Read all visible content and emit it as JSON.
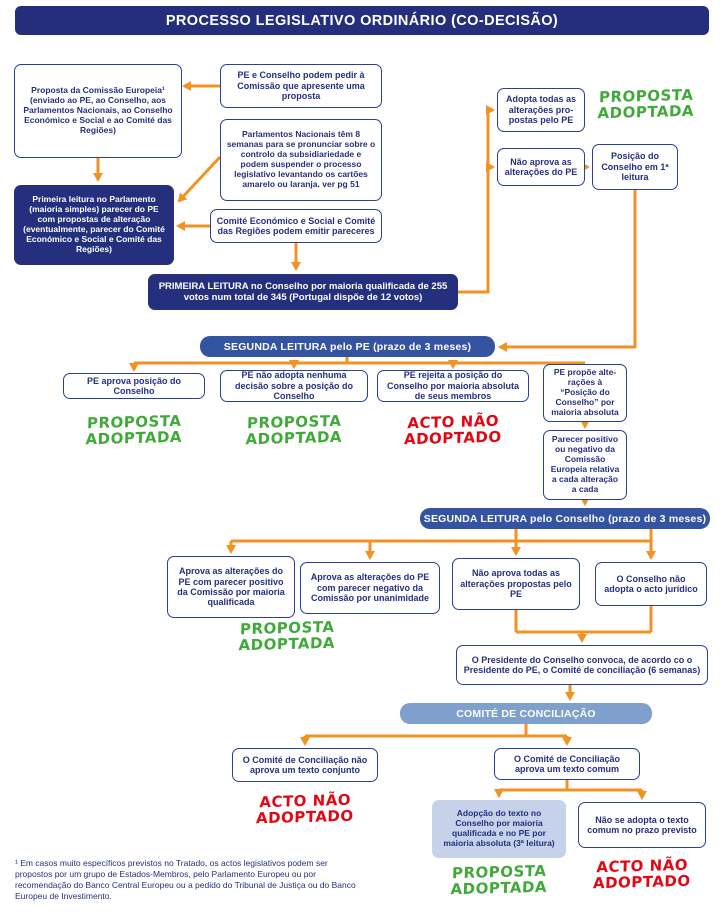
{
  "title": "PROCESSO LEGISLATIVO ORDINÁRIO  (CO-DECISÃO)",
  "stamps": {
    "adopted": "PROPOSTA\nADOPTADA",
    "not_adopted": "ACTO NÃO\nADOPTADO"
  },
  "stage1": {
    "commission_proposal": "Proposta da Comissão Europeia¹ (enviado ao PE, ao Conselho, aos Parlamentos Nacionais, ao Conselho Económico e Social e ao Comité das Regiões)",
    "pe_council_request": "PE e Conselho podem pedir à Comissão que apresente uma proposta",
    "national_parliaments": "Parlamentos Nacionais têm 8 semanas para se pronunciar sobre o controlo da subsidiariedade e podem suspender o processo legislativo levantando os cartões amarelo ou laranja. ver pg 51",
    "committees_opinion": "Comité Económico e Social e Comité das Regiões podem emitir pareceres",
    "first_reading_pe": "Primeira leitura no Parlamento (maioria simples) parecer do PE com propostas de alteração (eventualmente, parecer do Comité Económico e Social e Comité das Regiões)",
    "council_adopts_all": "Adopta todas as alterações pro-postas pelo PE",
    "council_rejects": "Não aprova as alterações do PE",
    "council_position": "Posição do Conselho em 1ª leitura",
    "first_reading_council": "PRIMEIRA LEITURA no Conselho por maioria qualificada de 255 votos num total de 345 (Portugal dispõe de 12 votos)"
  },
  "stage2_pe": {
    "header": "SEGUNDA LEITURA pelo PE (prazo de 3 meses)",
    "approves": "PE aprova posição do Conselho",
    "no_decision": "PE não adopta nenhuma decisão sobre a posição do Conselho",
    "rejects": "PE rejeita a posição do Conselho por maioria absoluta de seus membros",
    "amendments": "PE propõe alte-rações à “Posição do Conselho” por maioria absoluta",
    "commission_opinion": "Parecer positivo ou negativo da Comissão Europeia relativa a cada alteração a cada"
  },
  "stage2_council": {
    "header": "SEGUNDA LEITURA pelo Conselho (prazo de 3 meses)",
    "approves_positive": "Aprova as alterações do PE com parecer positivo da Comissão por maioria qualificada",
    "approves_negative": "Aprova as alterações do PE com parecer negativo da Comissão por unanimidade",
    "rejects_some": "Não aprova todas as alterações propostas pelo PE",
    "not_adopt": "O Conselho não adopta o acto jurídico",
    "president_convenes": "O Presidente do Conselho convoca, de acordo co o Presidente do PE, o Comité de conciliação (6 semanas)"
  },
  "conciliation": {
    "header": "COMITÉ DE CONCILIAÇÃO",
    "no_joint_text": "O Comité de Conciliação não aprova um texto conjunto",
    "common_text": "O Comité de Conciliação aprova um texto comum",
    "third_reading": "Adopção do texto no Conselho por maioria qualificada e no PE por maioria absoluta (3ª leitura)",
    "deadline_missed": "Não se adopta o texto comum no prazo previsto"
  },
  "footnote": "¹ Em casos muito específicos previstos no Tratado, os actos legislativos podem ser propostos por um grupo de Estados-Membros, pelo Parlamento Europeu ou por recomendação do Banco Central Europeu ou a pedido do Tribunal de Justiça ou do Banco Europeu de Investimento.",
  "colors": {
    "navy": "#242e7c",
    "box_border": "#2b3f96",
    "bar_blue": "#3453a1",
    "bar_steel": "#7f9fcc",
    "light_fill": "#c5d2ea",
    "arrow_orange": "#f29222",
    "stamp_green": "#3faa37",
    "stamp_red": "#e30613"
  }
}
